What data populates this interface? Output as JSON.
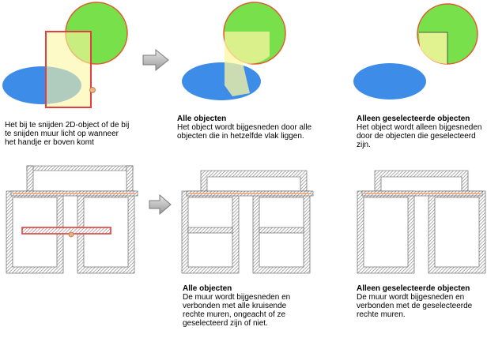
{
  "top_row": {
    "left_description": "Het bij te snijden 2D-object of de bij te snijden muur licht op wanneer het handje er boven komt",
    "middle_caption": {
      "title": "Alle objecten",
      "text": "Het object wordt bijgesneden door alle objecten die in hetzelfde vlak liggen."
    },
    "right_caption": {
      "title": "Alleen geselecteerde objecten",
      "text": "Het object wordt alleen bijgesneden door de objecten die geselecteerd zijn."
    }
  },
  "bottom_row": {
    "middle_caption": {
      "title": "Alle objecten",
      "text": "De muur wordt bijgesneden en verbonden met alle kruisende rechte muren, ongeacht of ze geselecteerd zijn of niet."
    },
    "right_caption": {
      "title": "Alleen geselecteerde objecten",
      "text": "De muur wordt bijgesneden en verbonden met de geselecteerde rechte muren."
    }
  },
  "colors": {
    "circle_fill": "#78e04a",
    "circle_stroke": "#e05a30",
    "ellipse_fill": "#3d8de8",
    "rect_fill": "#fbf7a2",
    "highlight": "#e04040",
    "wall_highlight": "#f0a070",
    "arrow": "#b0b0b0"
  }
}
